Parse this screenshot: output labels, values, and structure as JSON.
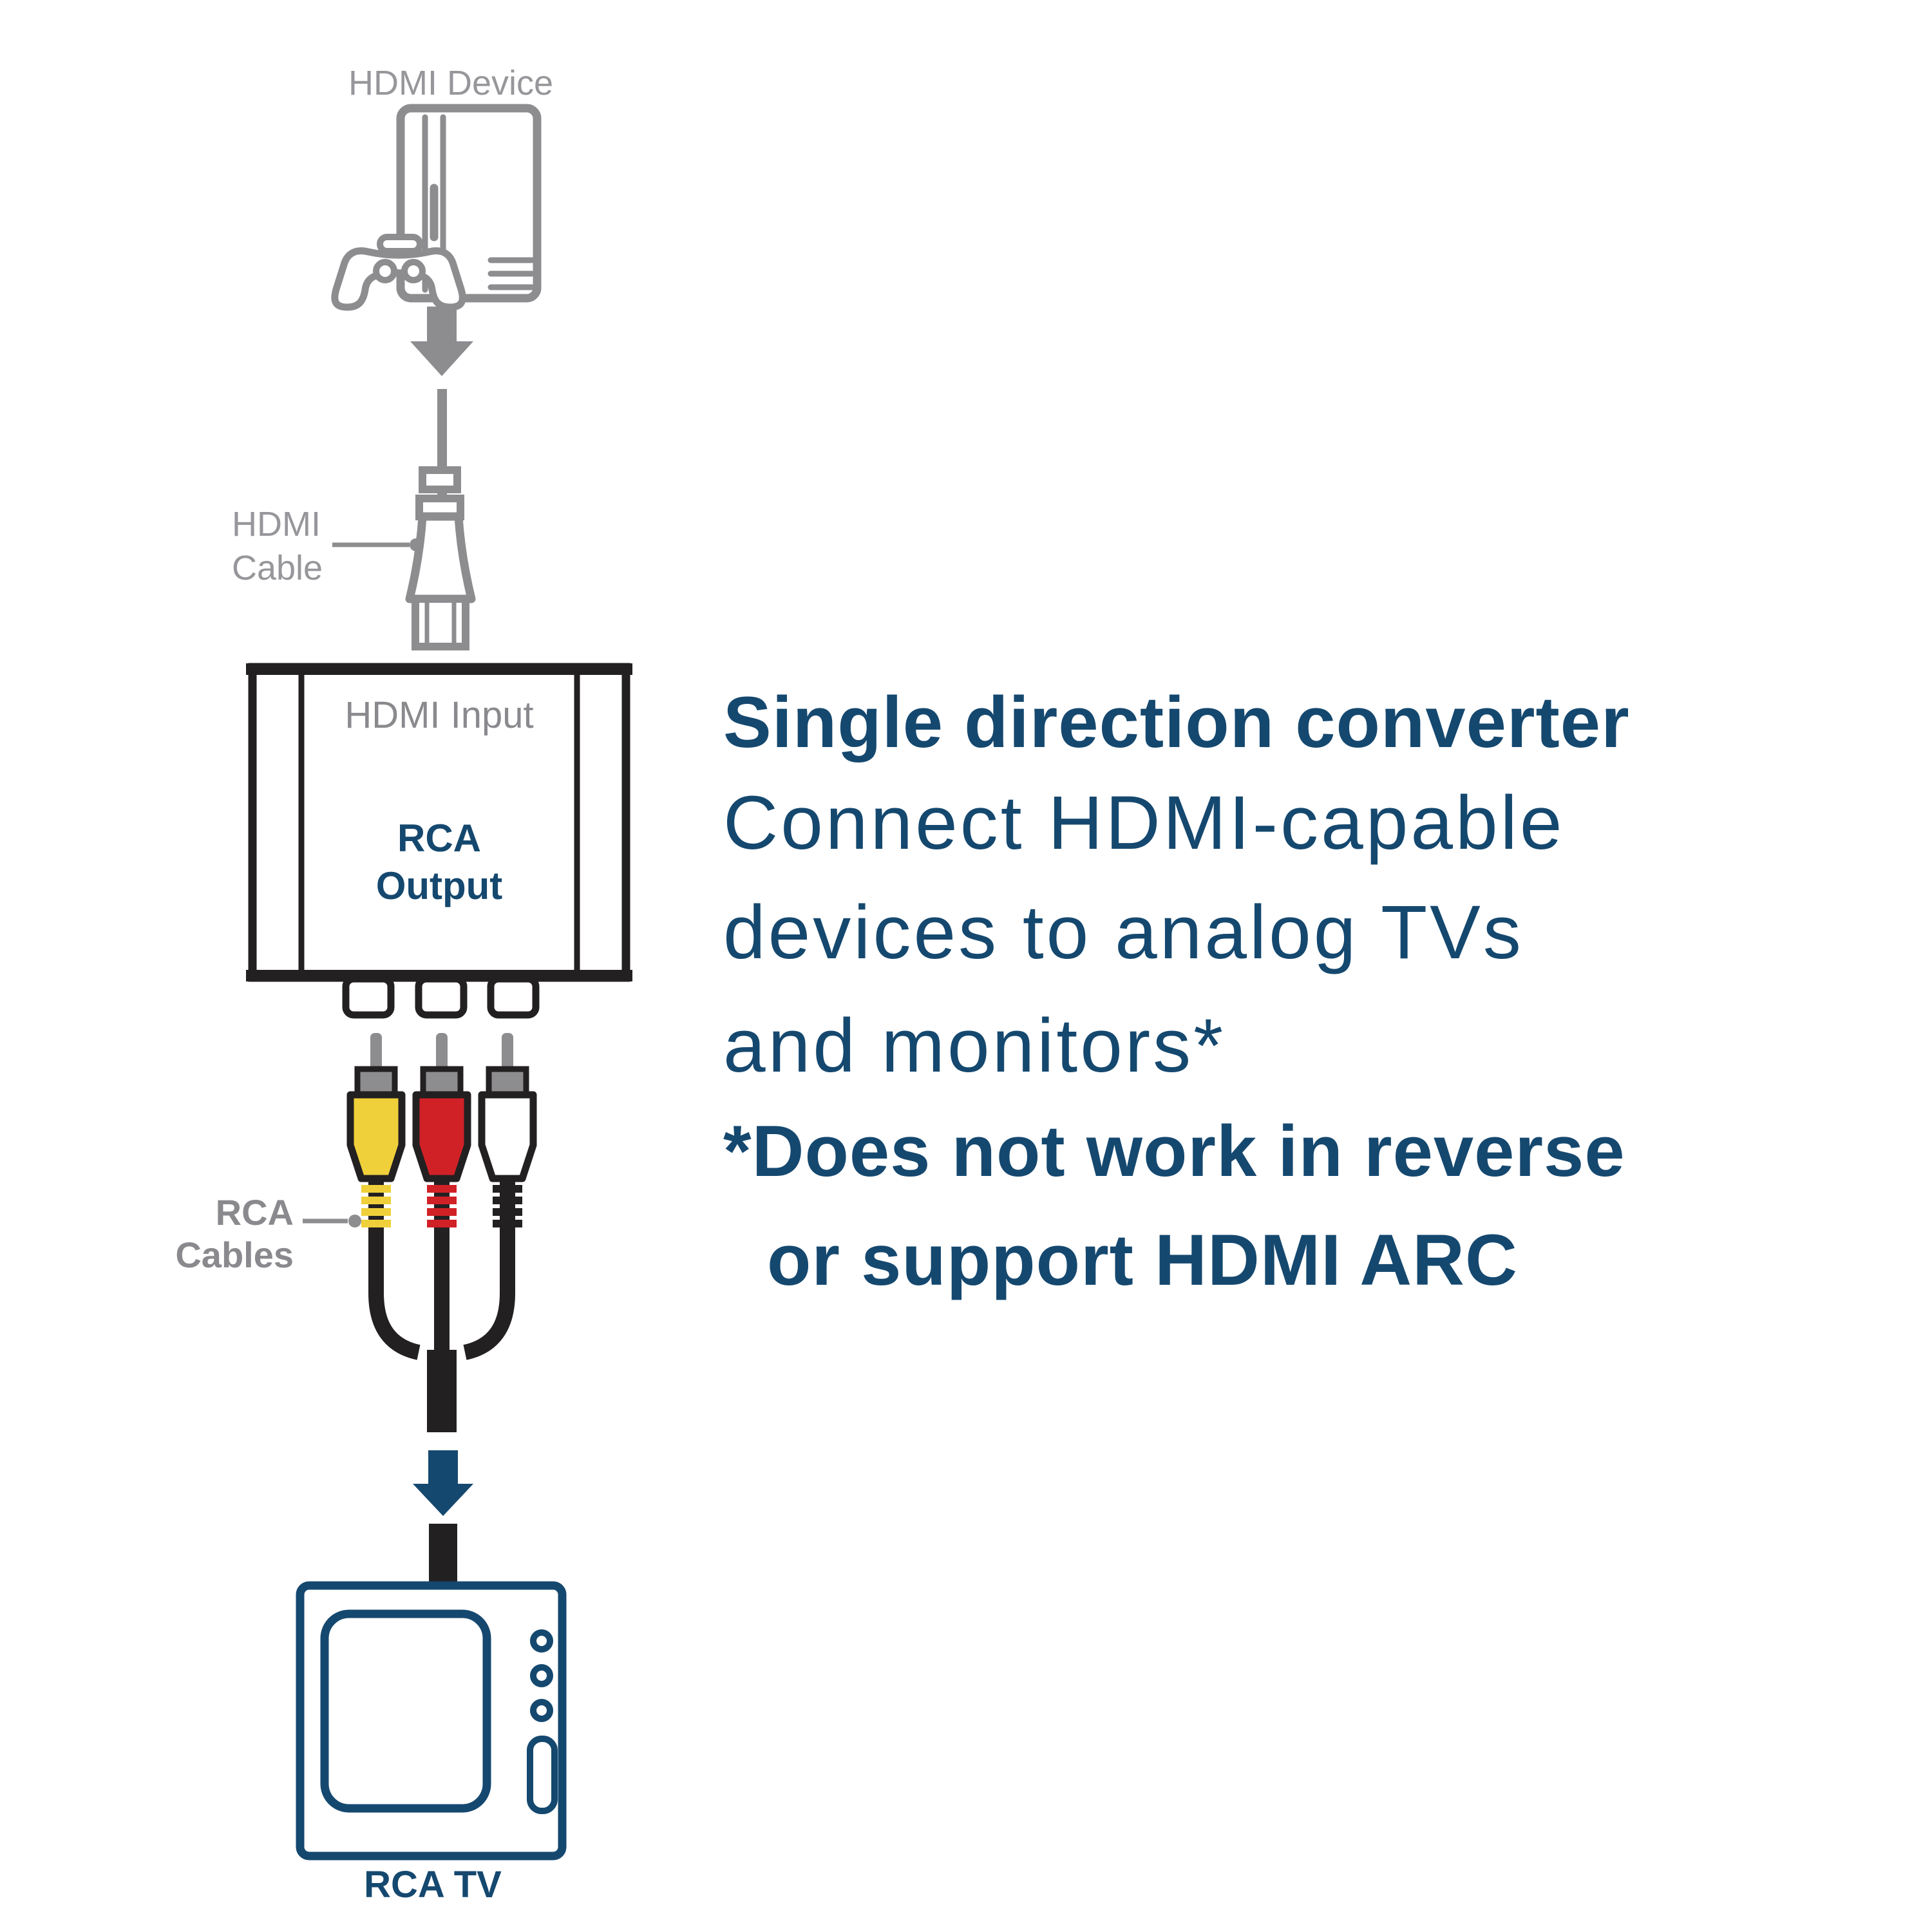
{
  "colors": {
    "navy": "#15486F",
    "ink_black": "#232021",
    "stroke_gray": "#8D8D90",
    "label_gray": "#97979B",
    "bold_label_gray": "#8A8A8E",
    "rca_yellow": "#F0D03A",
    "rca_red": "#D02127",
    "rca_white": "#FFFFFF"
  },
  "diagram": {
    "hdmi_device_label": "HDMI Device",
    "hdmi_cable_label": {
      "line1": "HDMI",
      "line2": "Cable"
    },
    "converter": {
      "input_label": "HDMI Input",
      "output_label_line1": "RCA",
      "output_label_line2": "Output"
    },
    "rca_cables_label": {
      "line1": "RCA",
      "line2": "Cables"
    },
    "rca_tv_label": "RCA TV"
  },
  "description": {
    "heading": "Single direction converter",
    "body_lines": [
      "Connect HDMI-capable",
      "devices to analog TVs",
      "and monitors*"
    ],
    "footnote_line1": "*Does not work in reverse",
    "footnote_line2": "or support HDMI ARC"
  }
}
